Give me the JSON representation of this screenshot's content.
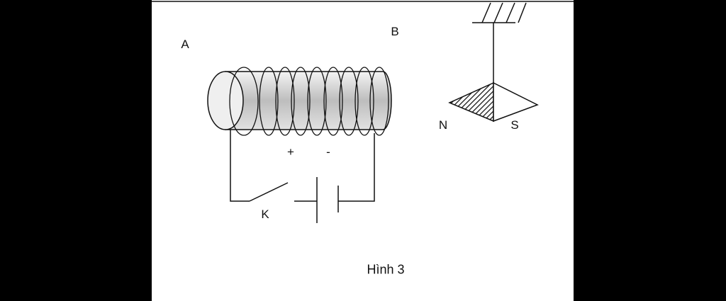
{
  "labels": {
    "a": "A",
    "b": "B",
    "n": "N",
    "s": "S",
    "plus": "+",
    "minus": "-",
    "k": "K",
    "caption": "Hình 3"
  },
  "colors": {
    "background": "#000000",
    "panel": "#ffffff",
    "ink": "#111111"
  }
}
